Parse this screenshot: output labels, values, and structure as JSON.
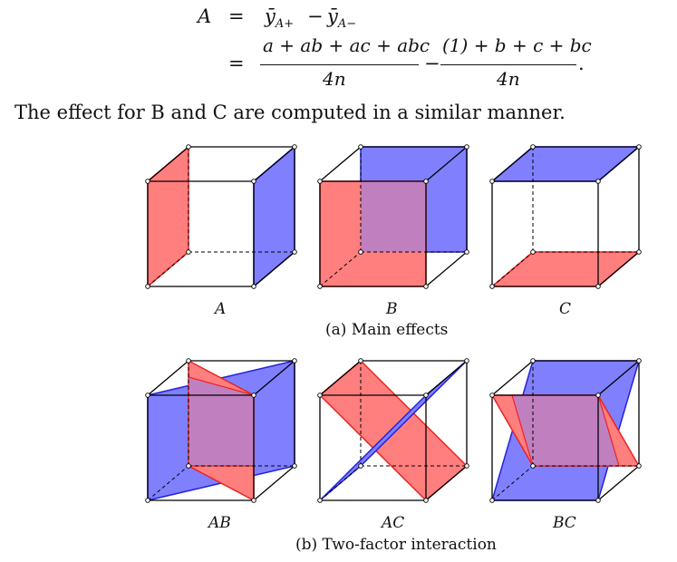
{
  "equation": {
    "lhs": "A",
    "eq1": "=",
    "eq2": "=",
    "term1": "ȳ",
    "term1_sub": "A+",
    "minus1": "−",
    "term2": "ȳ",
    "term2_sub": "A−",
    "frac1_num": "a + ab + ac + abc",
    "frac1_den": "4n",
    "minus2": "−",
    "frac2_num": "(1) + b + c + bc",
    "frac2_den": "4n",
    "period": "."
  },
  "sentence": "The effect for B and C are computed in a similar manner.",
  "cube_labels": {
    "main": [
      "A",
      "B",
      "C"
    ],
    "interaction": [
      "AB",
      "AC",
      "BC"
    ]
  },
  "captions": {
    "main": "(a) Main effects",
    "interaction": "(b) Two-factor interaction"
  },
  "colors": {
    "red": "#ff7f7f",
    "red_edge": "#ee2222",
    "blue": "#8080ff",
    "blue_edge": "#2222dd",
    "overlap": "#c080c0"
  }
}
